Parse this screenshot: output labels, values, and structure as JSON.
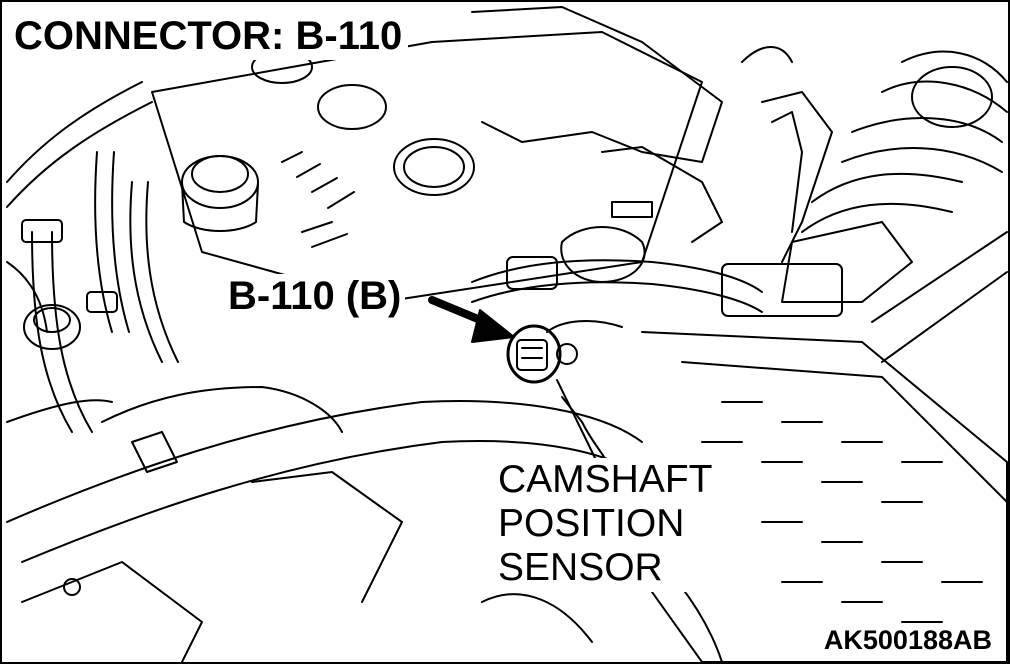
{
  "diagram": {
    "title": "CONNECTOR: B-110",
    "connector_label": "B-110 (B)",
    "component_label": {
      "line1": "CAMSHAFT",
      "line2": "POSITION",
      "line3": "SENSOR"
    },
    "figure_code": "AK500188AB",
    "colors": {
      "ink": "#000000",
      "paper": "#ffffff"
    }
  }
}
